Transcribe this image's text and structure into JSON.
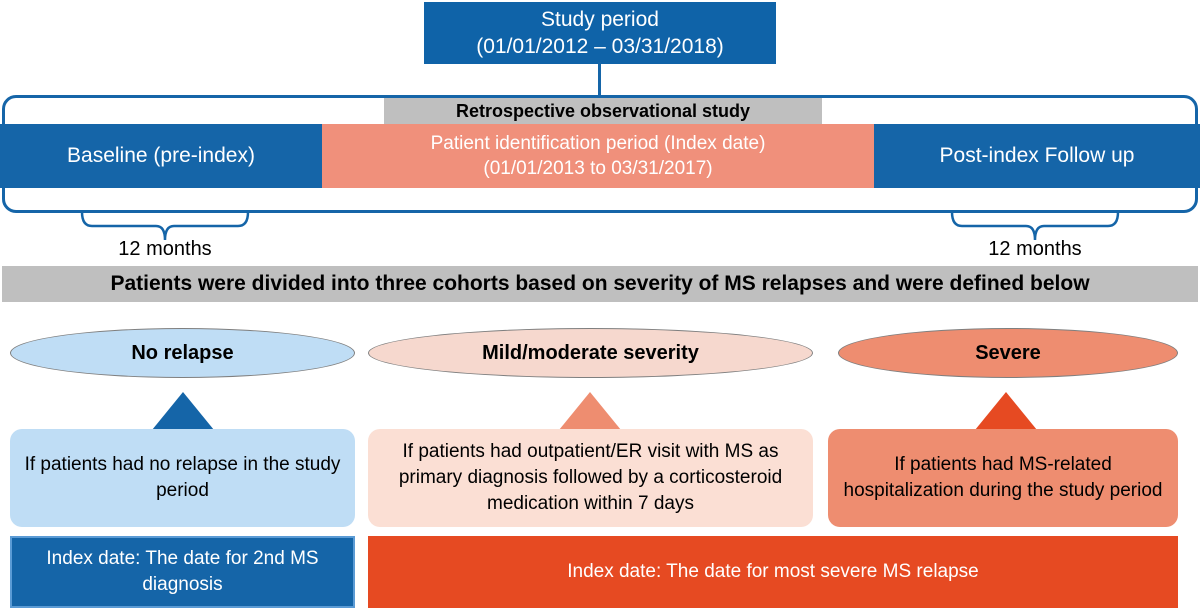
{
  "study_period": {
    "title": "Study period",
    "dates": "(01/01/2012 – 03/31/2018)"
  },
  "timeline": {
    "retrospective_band": "Retrospective observational study",
    "baseline": {
      "label": "Baseline (pre-index)",
      "duration": "12 months"
    },
    "identification": {
      "label": "Patient identification period (Index date)",
      "dates": "(01/01/2013 to 03/31/2017)"
    },
    "post_index": {
      "label": "Post-index Follow up",
      "duration": "12 months"
    }
  },
  "cohort_banner": "Patients were divided into three cohorts based on severity of MS relapses and were defined below",
  "cohorts": [
    {
      "name": "No relapse",
      "definition": "If patients had no relapse in the study period",
      "index_date": "Index date: The date for 2nd MS diagnosis",
      "ellipse_color": "#BFDDF5",
      "arrow_color": "#1565A8",
      "box_color": "#BFDDF5"
    },
    {
      "name": "Mild/moderate severity",
      "definition": "If patients had outpatient/ER visit with MS as primary diagnosis followed by a corticosteroid medication within 7 days",
      "ellipse_color": "#F6D8CE",
      "arrow_color": "#EE8D70",
      "box_color": "#FBDFD4"
    },
    {
      "name": "Severe",
      "definition": "If patients had MS-related hospitalization during the study period",
      "ellipse_color": "#EE8D70",
      "arrow_color": "#E64A22",
      "box_color": "#EE8D70"
    }
  ],
  "shared_index_date": "Index date: The date for most severe MS relapse",
  "colors": {
    "blue": "#1565A8",
    "salmon": "#F0907B",
    "orange": "#E64A22",
    "gray_band": "#BFBFBF",
    "light_blue": "#BFDDF5"
  }
}
